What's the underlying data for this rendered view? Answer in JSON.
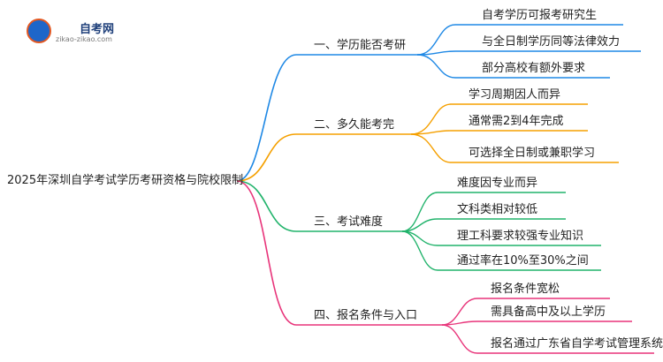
{
  "logo": {
    "title": "自考网",
    "url": "zikao-zikao.com"
  },
  "mindmap": {
    "root": "2025年深圳自学考试学历考研资格与院校限制",
    "branches": [
      {
        "label": "一、学历能否考研",
        "color": "#1e88e5",
        "leaves": [
          "自考学历可报考研究生",
          "与全日制学历同等法律效力",
          "部分高校有额外要求"
        ]
      },
      {
        "label": "二、多久能考完",
        "color": "#f5a000",
        "leaves": [
          "学习周期因人而异",
          "通常需2到4年完成",
          "可选择全日制或兼职学习"
        ]
      },
      {
        "label": "三、考试难度",
        "color": "#21b36b",
        "leaves": [
          "难度因专业而异",
          "文科类相对较低",
          "理工科要求较强专业知识",
          "通过率在10%至30%之间"
        ]
      },
      {
        "label": "四、报名条件与入口",
        "color": "#e8347a",
        "leaves": [
          "报名条件宽松",
          "需具备高中及以上学历",
          "报名通过广东省自学考试管理系统"
        ]
      }
    ]
  }
}
